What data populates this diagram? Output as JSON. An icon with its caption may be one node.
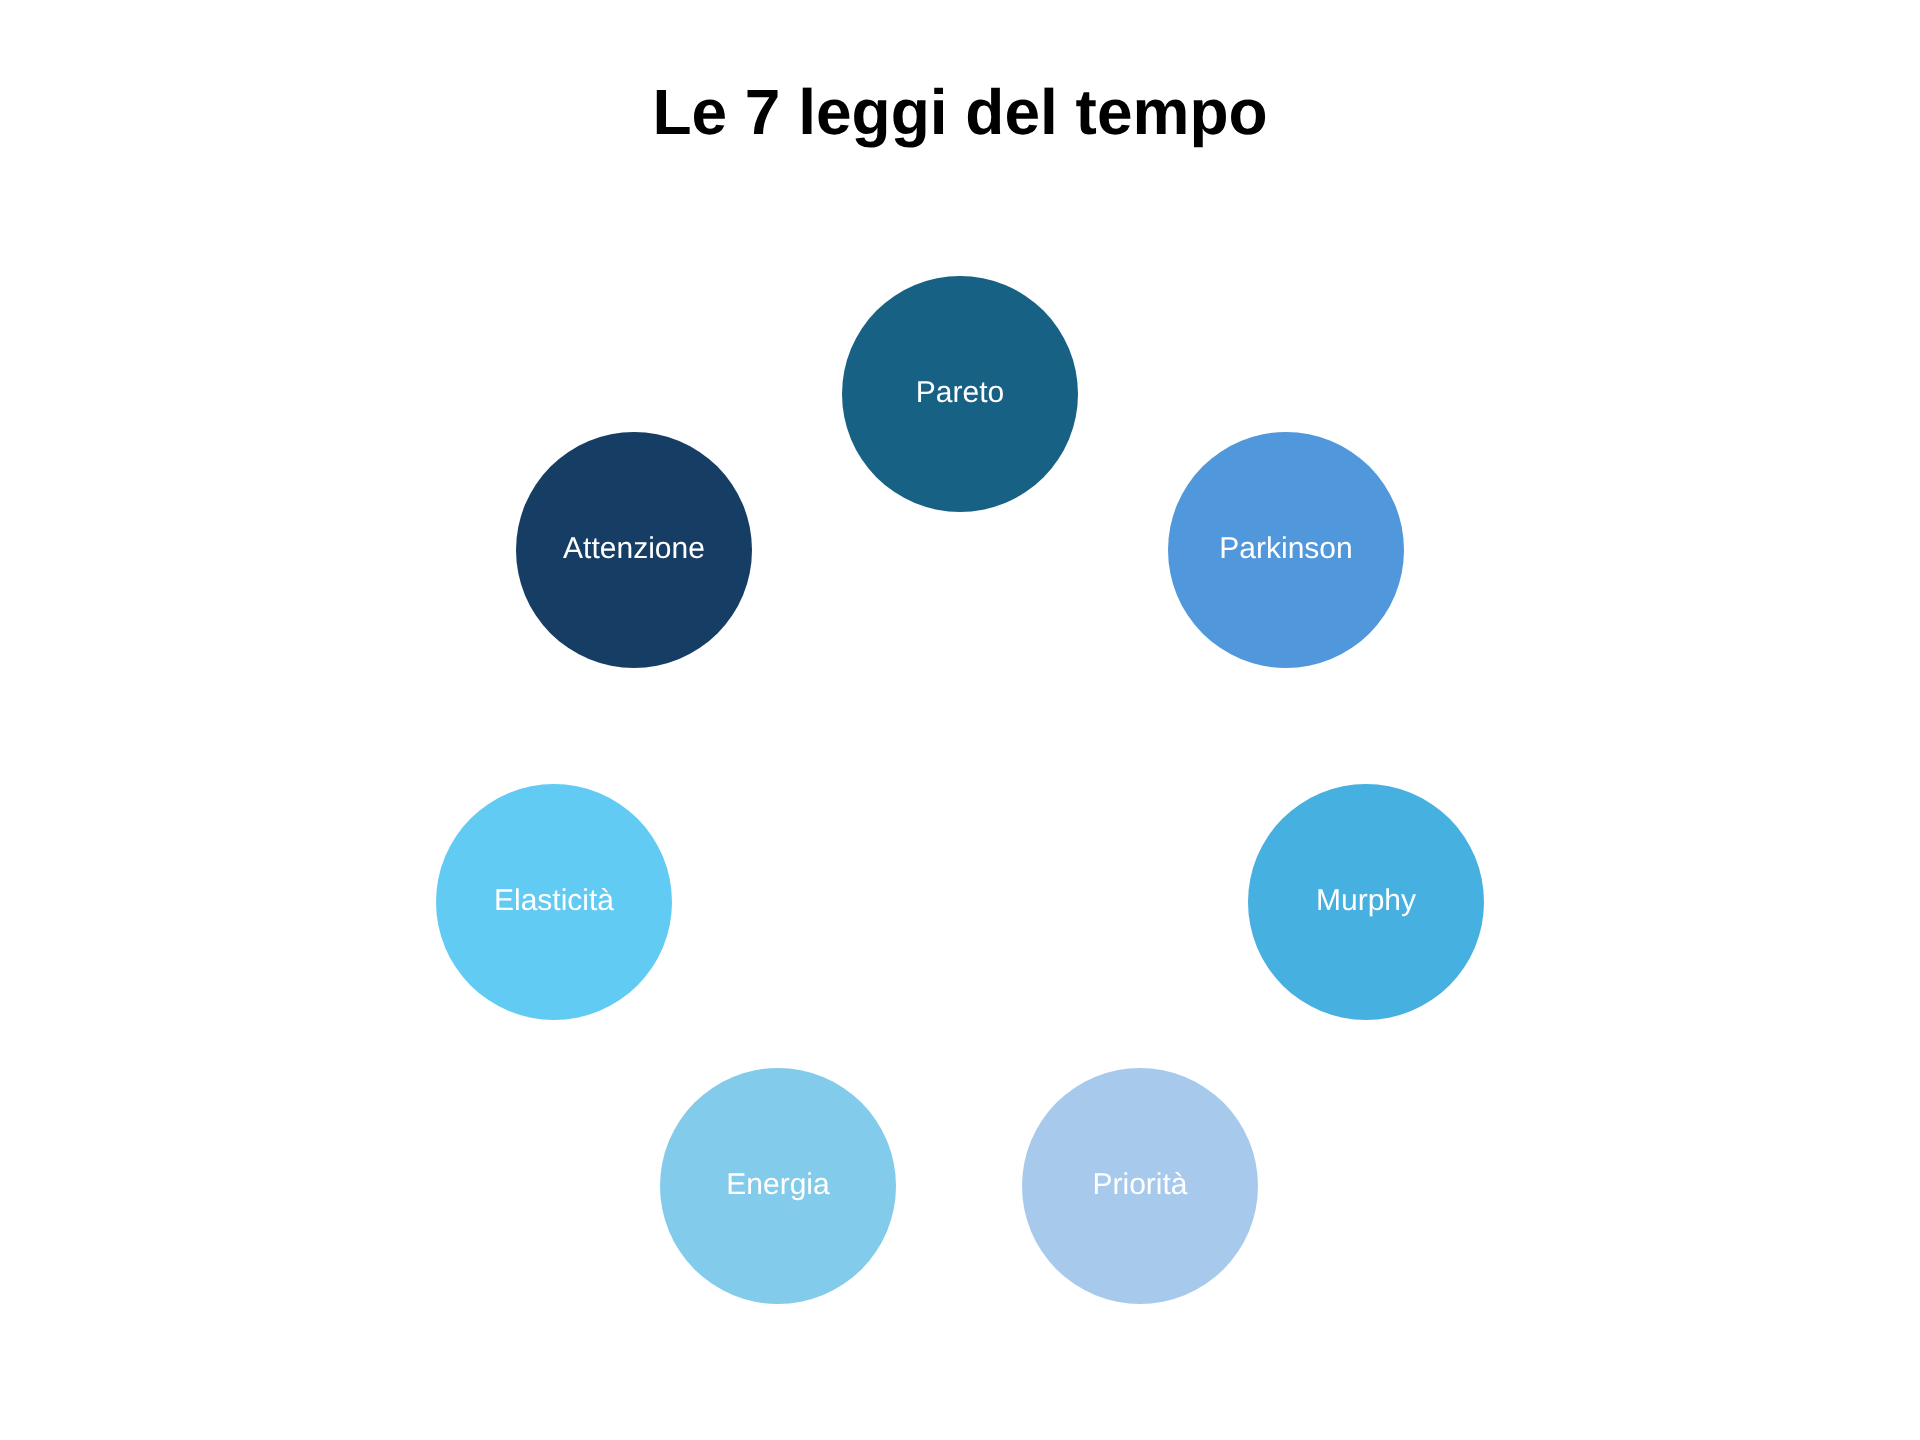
{
  "diagram": {
    "title": "Le 7 leggi del tempo",
    "nodes": [
      {
        "text": [
          "Pareto"
        ]
      },
      {
        "text": [
          "Parkinson"
        ]
      },
      {
        "text": [
          "Murphy"
        ]
      },
      {
        "text": [
          "Priorità"
        ]
      },
      {
        "text": [
          "Energia"
        ]
      },
      {
        "text": [
          "Elasticità"
        ]
      },
      {
        "text": [
          "Attenzione"
        ]
      }
    ]
  }
}
